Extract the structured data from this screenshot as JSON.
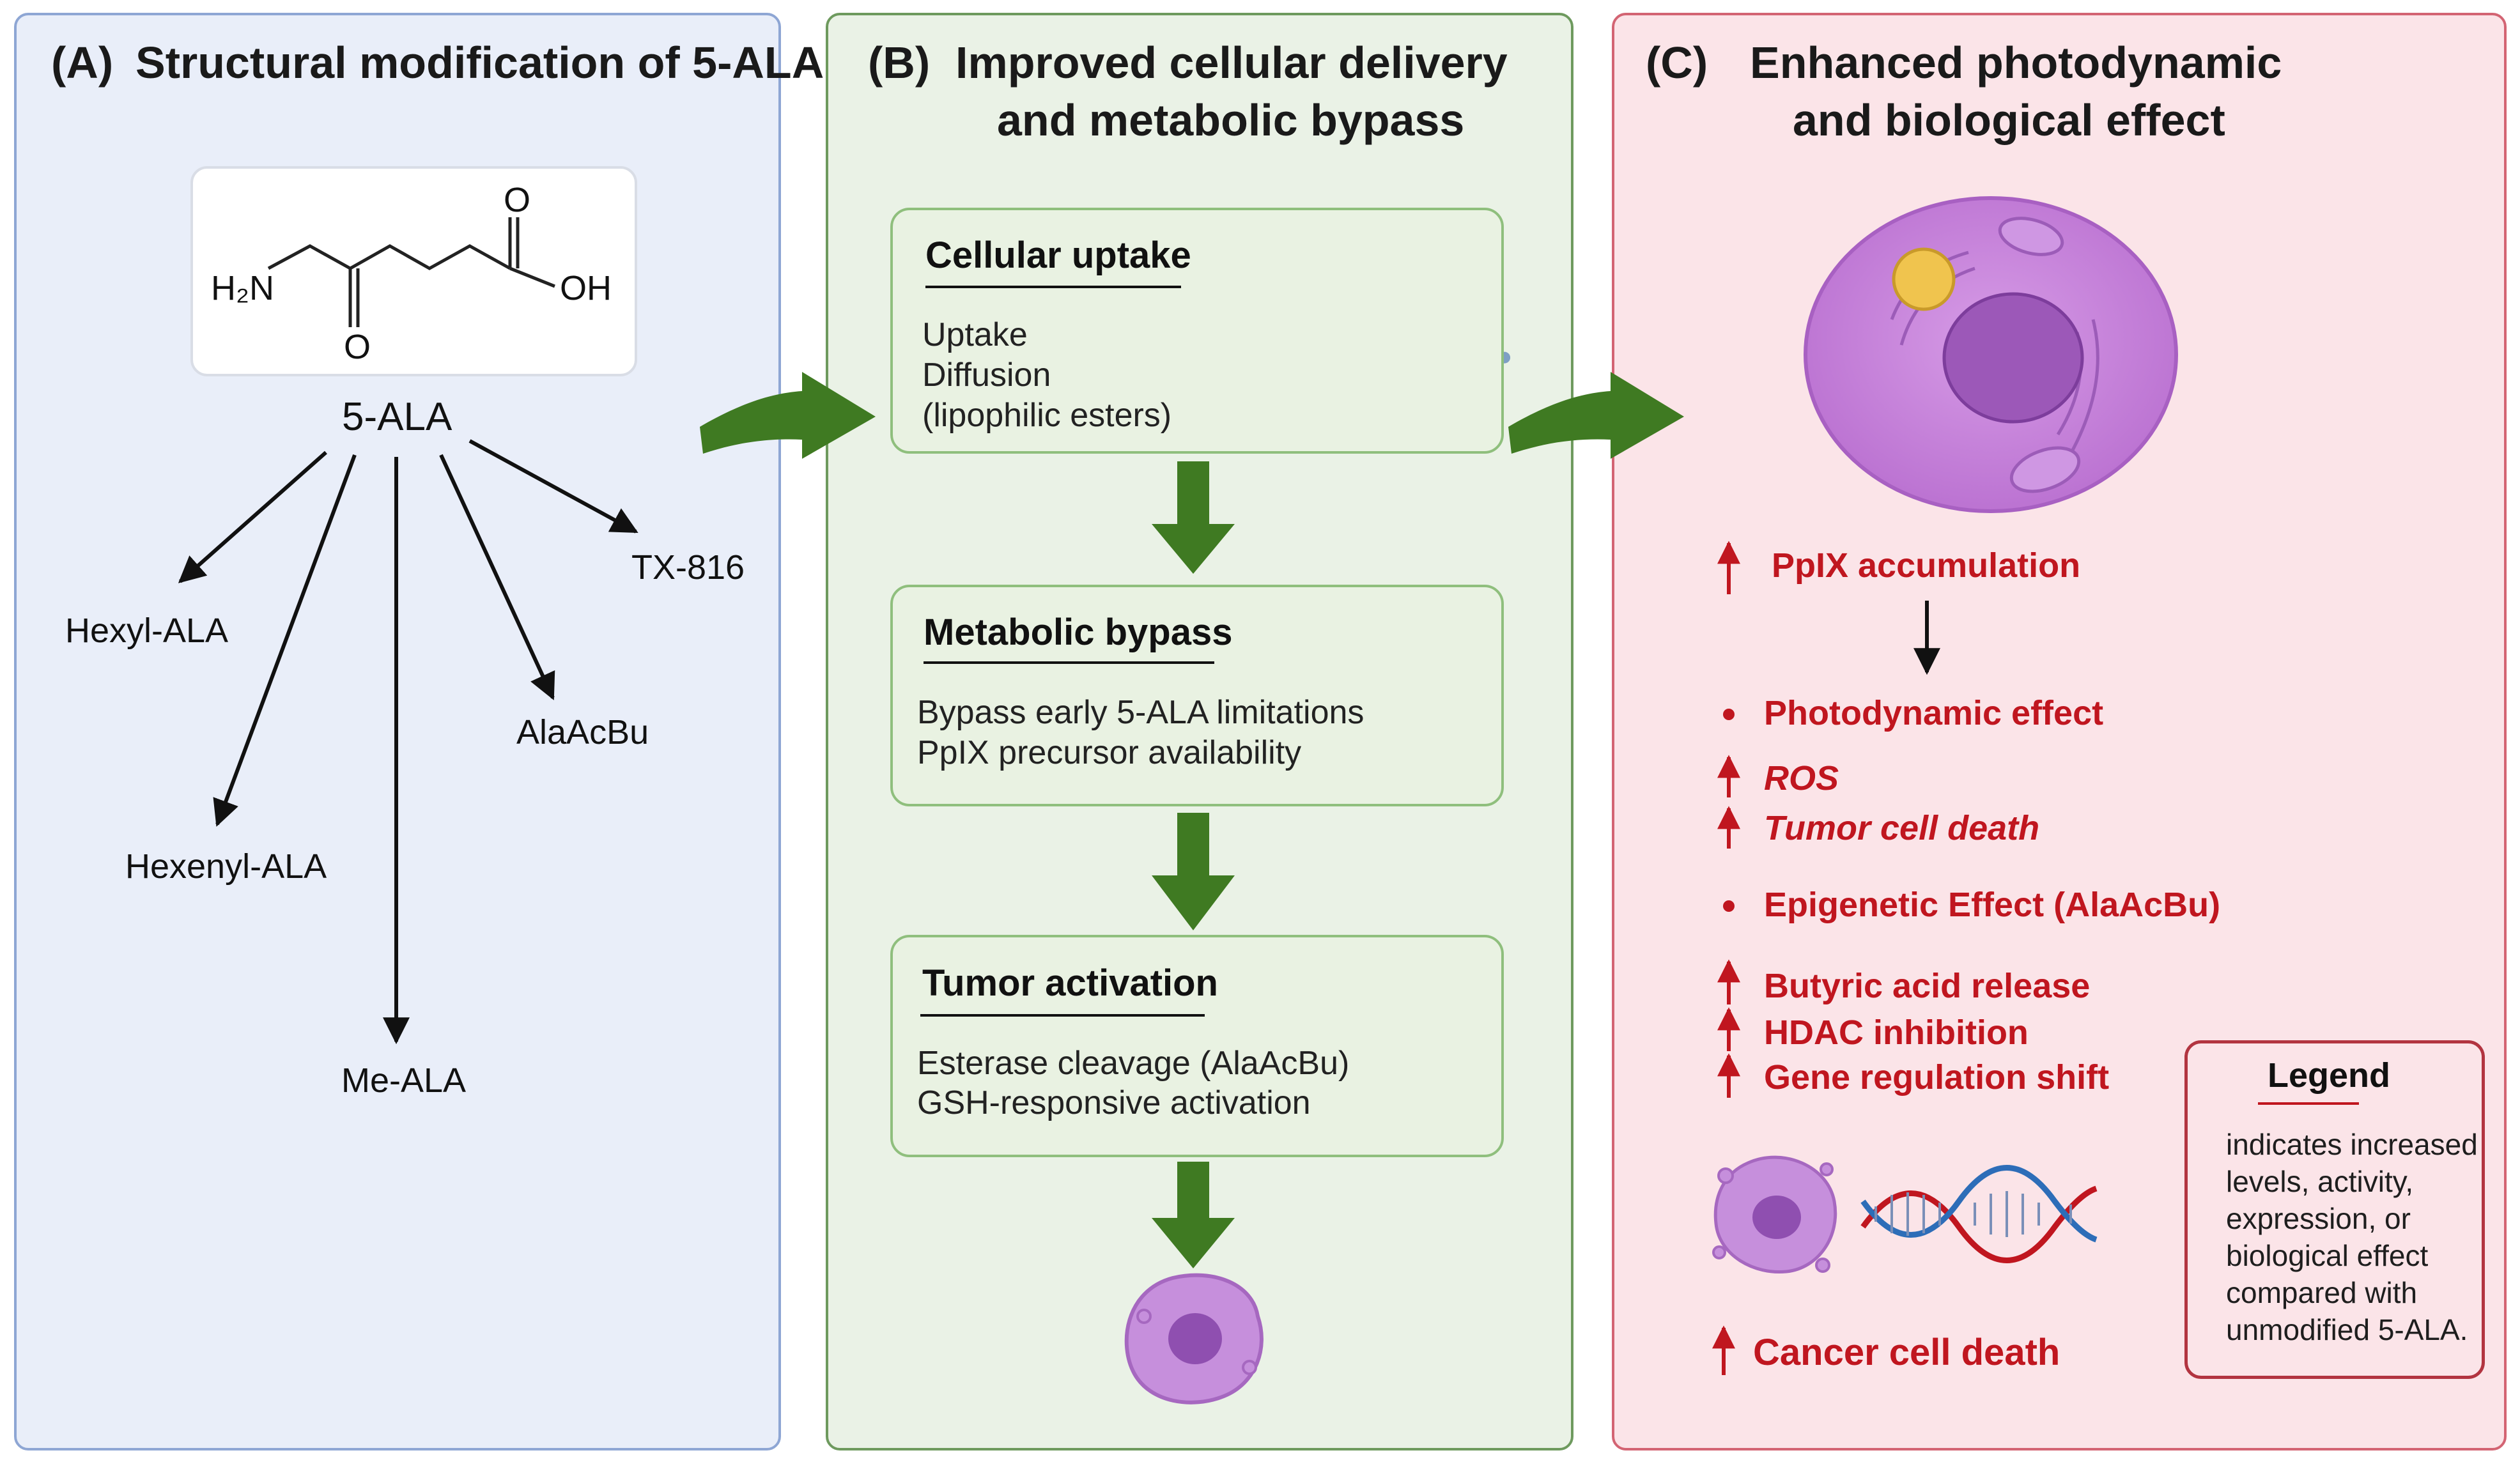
{
  "panel_a": {
    "title_letter": "(A)",
    "title": "Structural modification of 5-ALA",
    "molecule": {
      "amine_label": "H₂N",
      "oxygen_ketone": "O",
      "oxygen_carbonyl": "O",
      "hydroxyl": "OH"
    },
    "compound": "5-ALA",
    "derivatives": [
      "Hexyl-ALA",
      "Hexenyl-ALA",
      "Me-ALA",
      "AlaAcBu",
      "TX-816"
    ]
  },
  "panel_b": {
    "title_letter": "(B)",
    "title_line1": "Improved cellular delivery",
    "title_line2": "and metabolic bypass",
    "boxes": [
      {
        "heading": "Cellular uptake",
        "lines": [
          "Uptake",
          "Diffusion",
          "(lipophilic esters)"
        ]
      },
      {
        "heading": "Metabolic bypass",
        "lines": [
          "Bypass early 5-ALA limitations",
          "PpIX precursor availability"
        ]
      },
      {
        "heading": "Tumor activation",
        "lines": [
          "Esterase cleavage (AlaAcBu)",
          "GSH-responsive activation"
        ]
      }
    ]
  },
  "panel_c": {
    "title_letter": "(C)",
    "title_line1": "Enhanced photodynamic",
    "title_line2": "and biological effect",
    "accumulation": "PpIX accumulation",
    "photodynamic_header": "Photodynamic effect",
    "photodynamic_items": [
      "ROS",
      "Tumor cell death"
    ],
    "epigenetic_header": "Epigenetic Effect (AlaAcBu)",
    "epigenetic_items": [
      "Butyric acid release",
      "HDAC inhibition",
      "Gene regulation shift"
    ],
    "outcome": "Cancer cell death",
    "legend": {
      "title": "Legend",
      "lines": [
        "indicates increased",
        "levels, activity,",
        "expression, or",
        "biological effect",
        "compared with",
        "unmodified 5-ALA."
      ]
    }
  },
  "colors": {
    "panel_a_bg": "#e9eef9",
    "panel_b_bg": "#eaf2e6",
    "panel_c_bg": "#fbe4e8",
    "flow_arrow": "#3f7a22",
    "accent_red": "#c0161f",
    "cell_purple": "#c97fdd"
  }
}
